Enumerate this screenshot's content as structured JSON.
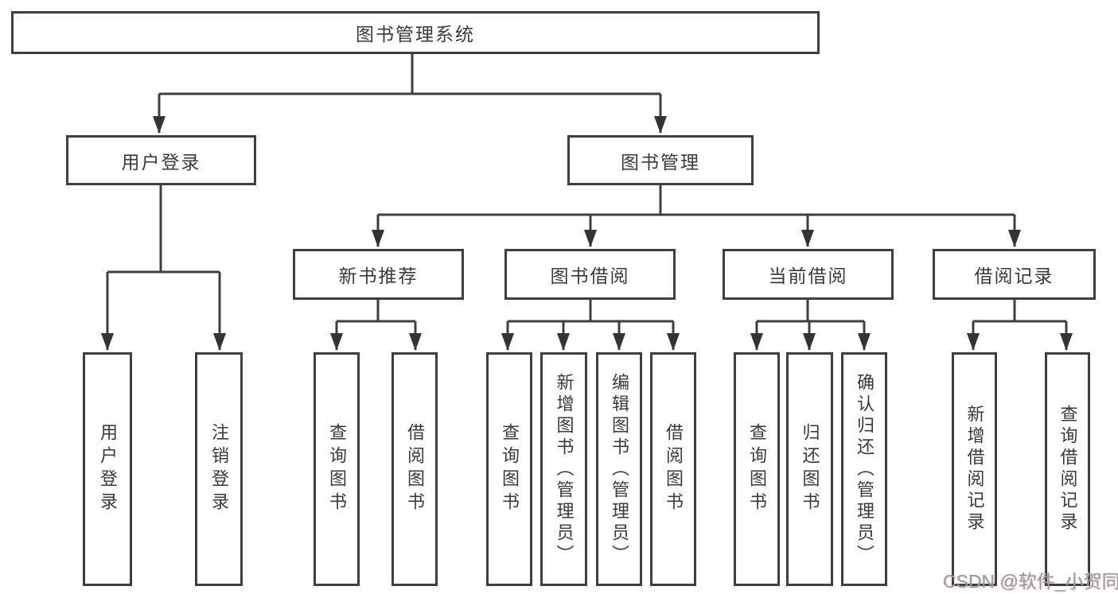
{
  "tree": {
    "root": {
      "label": "图书管理系统"
    },
    "children": [
      {
        "label": "用户登录",
        "children": [
          {
            "label": "用户登录"
          },
          {
            "label": "注销登录"
          }
        ]
      },
      {
        "label": "图书管理",
        "children": [
          {
            "label": "新书推荐",
            "children": [
              {
                "label": "查询图书"
              },
              {
                "label": "借阅图书"
              }
            ]
          },
          {
            "label": "图书借阅",
            "children": [
              {
                "label": "查询图书"
              },
              {
                "label": "新增图书（管理员）"
              },
              {
                "label": "编辑图书（管理员）"
              },
              {
                "label": "借阅图书"
              }
            ]
          },
          {
            "label": "当前借阅",
            "children": [
              {
                "label": "查询图书"
              },
              {
                "label": "归还图书"
              },
              {
                "label": "确认归还（管理员）"
              }
            ]
          },
          {
            "label": "借阅记录",
            "children": [
              {
                "label": "新增借阅记录"
              },
              {
                "label": "查询借阅记录"
              }
            ]
          }
        ]
      }
    ]
  },
  "watermark": {
    "text": "CSDN @软件_小贺同学"
  },
  "colors": {
    "line": "#3f3f3f",
    "text": "#3a3a3a",
    "background": "#ffffff",
    "watermark": "#9d9d9d"
  }
}
